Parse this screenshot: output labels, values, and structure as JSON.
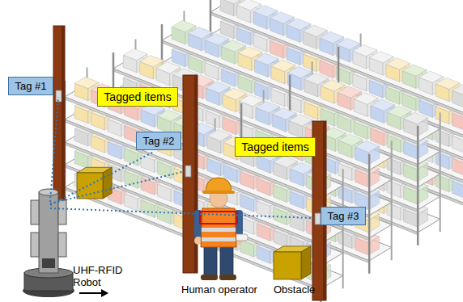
{
  "diagram": {
    "nodes": [
      {
        "text": [
          "Tag #1"
        ]
      },
      {
        "text": [
          "Tagged items"
        ]
      },
      {
        "text": [
          "Tag #2"
        ]
      },
      {
        "text": [
          "Tagged items"
        ]
      },
      {
        "text": [
          "Tag #3"
        ]
      }
    ],
    "labels": [
      "UHF-RFID Robot",
      "Human operator",
      "Obstacle"
    ]
  }
}
